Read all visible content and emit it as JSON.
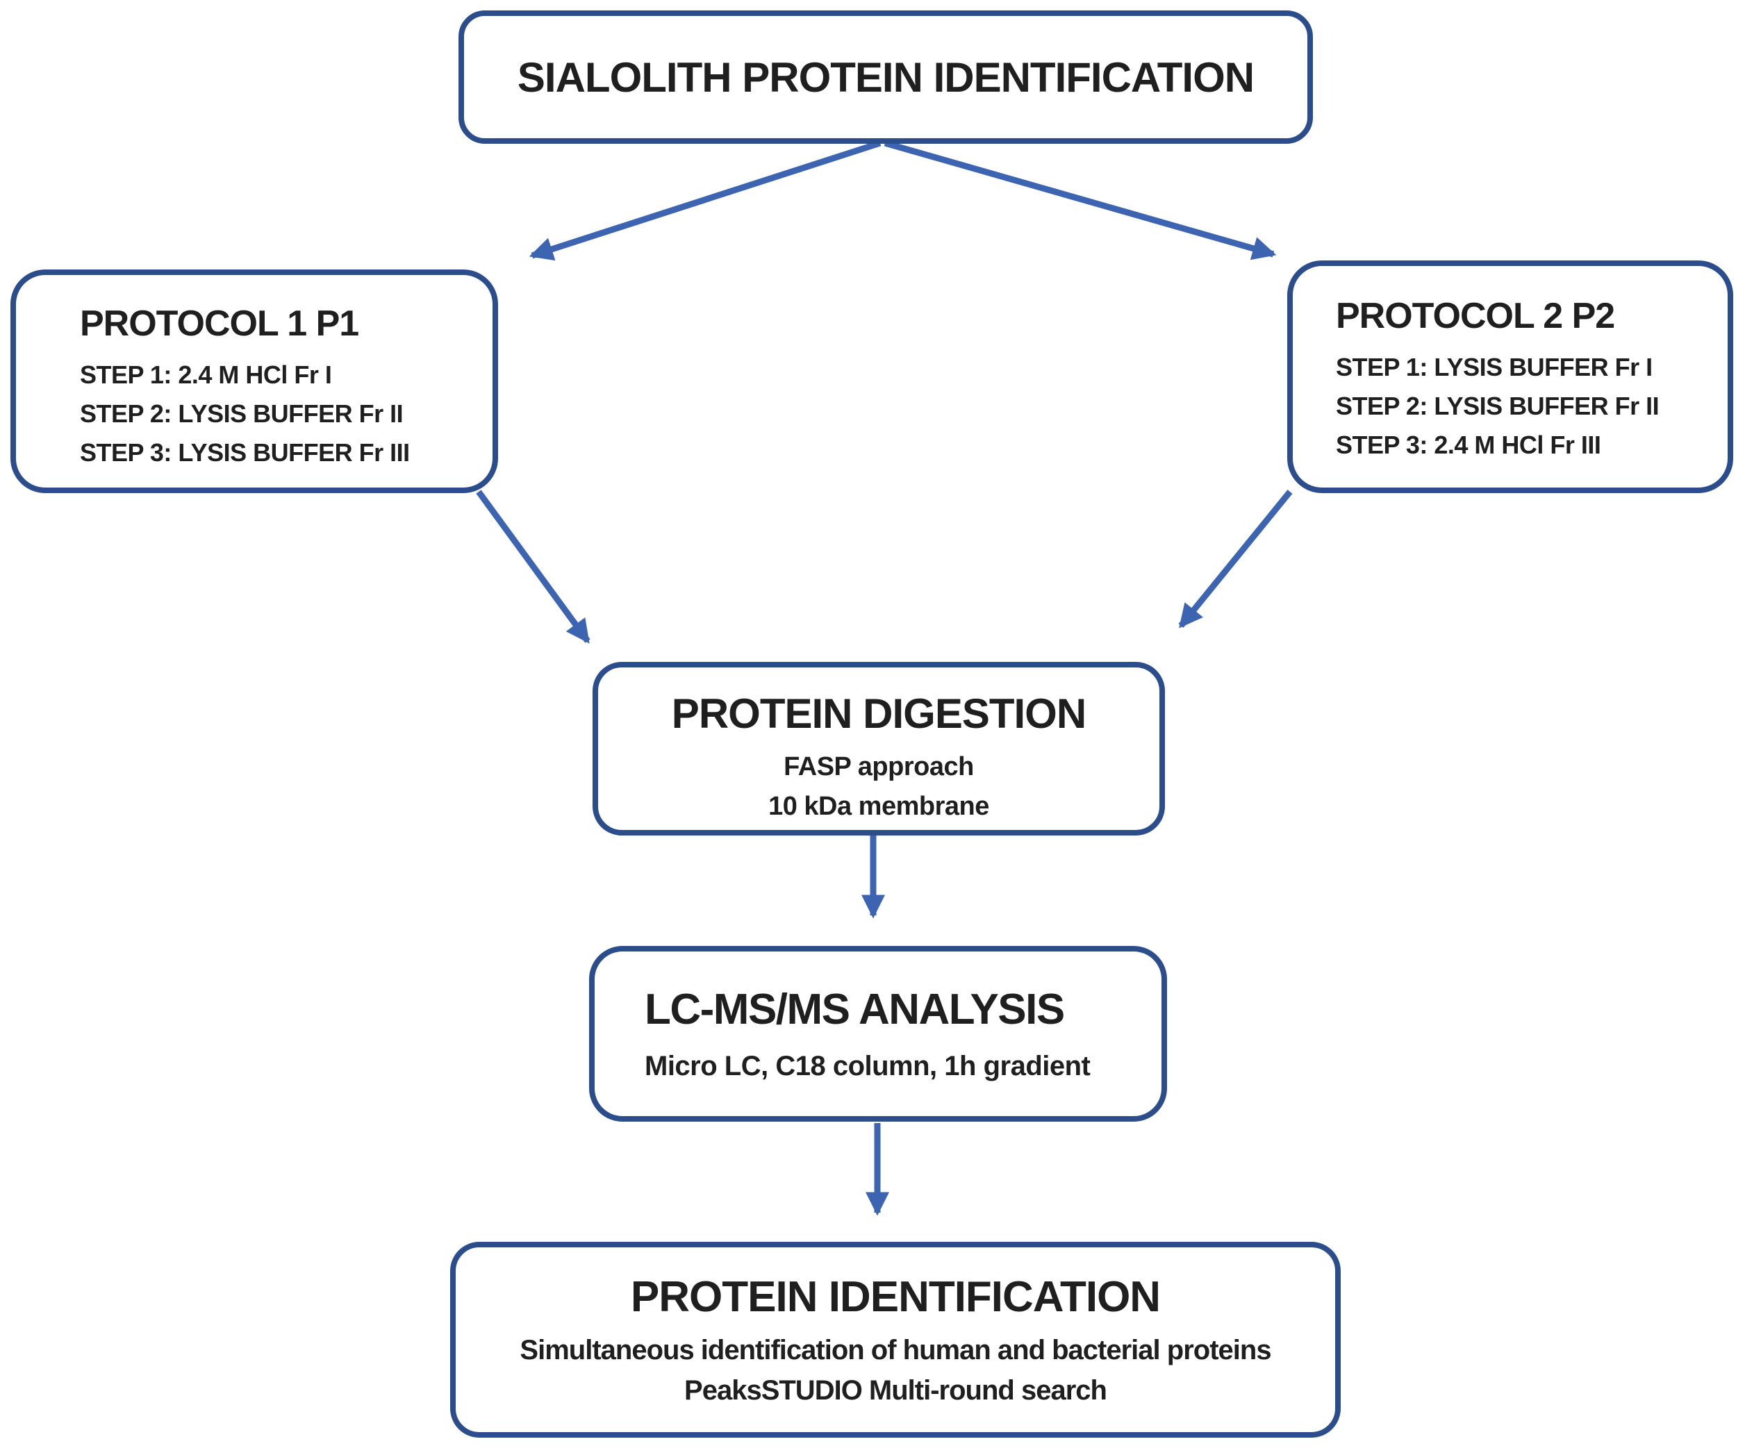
{
  "title_box": {
    "label": "SIALOLITH PROTEIN IDENTIFICATION"
  },
  "protocol1": {
    "title": "PROTOCOL 1 P1",
    "steps": [
      "STEP 1: 2.4 M HCl Fr I",
      "STEP 2: LYSIS BUFFER Fr II",
      "STEP 3: LYSIS BUFFER Fr III"
    ]
  },
  "protocol2": {
    "title": "PROTOCOL 2 P2",
    "steps": [
      "STEP 1: LYSIS BUFFER Fr I",
      "STEP 2: LYSIS BUFFER Fr II",
      "STEP 3: 2.4 M HCl Fr III"
    ]
  },
  "digestion": {
    "title": "PROTEIN DIGESTION",
    "lines": [
      "FASP approach",
      "10 kDa membrane"
    ]
  },
  "lcms": {
    "title": "LC-MS/MS ANALYSIS",
    "lines": [
      "Micro LC, C18 column, 1h gradient"
    ]
  },
  "identification": {
    "title": "PROTEIN IDENTIFICATION",
    "lines": [
      "Simultaneous identification of human and bacterial proteins",
      "PeaksSTUDIO Multi-round search"
    ]
  },
  "colors": {
    "box_border": "#2b4d8c",
    "arrow": "#3c64b1",
    "text": "#1f1f1f",
    "background": "#ffffff"
  }
}
